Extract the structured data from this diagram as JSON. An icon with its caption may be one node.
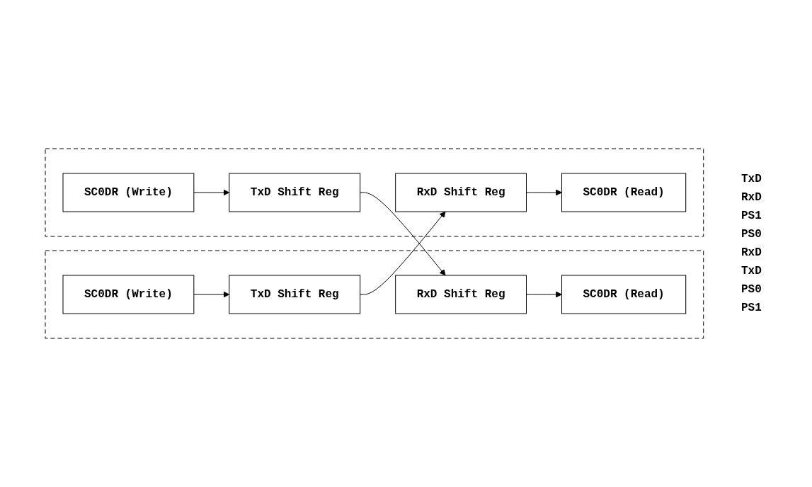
{
  "diagram": {
    "nodes": [
      {
        "text": [],
        "shape": "box"
      },
      {
        "text": [
          "SC0DR (Write)"
        ],
        "in": 0
      },
      {
        "text": [
          "TxD Shift Reg"
        ],
        "in": 0
      },
      {
        "text": [
          "SC0DR (Read)"
        ],
        "in": 0
      },
      {
        "text": [
          "RxD Shift Reg"
        ],
        "in": 0
      },
      {
        "text": [],
        "shape": "box"
      },
      {
        "text": [
          "SC0DR (Read)"
        ],
        "in": 5
      },
      {
        "text": [
          "RxD Shift Reg"
        ],
        "in": 5
      },
      {
        "text": [
          "SC0DR (Write)"
        ],
        "in": 5
      },
      {
        "text": [
          "TxD Shift Reg"
        ],
        "in": 5
      }
    ],
    "edges": [
      {
        "from": 1,
        "to": 2,
        "arrow": "to"
      },
      {
        "from": 2,
        "to": 7,
        "arrow": "to"
      },
      {
        "from": 7,
        "to": 6,
        "arrow": "to"
      },
      {
        "from": 8,
        "to": 9,
        "arrow": "to"
      },
      {
        "from": 9,
        "to": 4,
        "arrow": "to"
      },
      {
        "from": 4,
        "to": 3,
        "arrow": "to"
      }
    ],
    "labels": [
      "TxD",
      "RxD",
      "PS1",
      "PS0",
      "RxD",
      "TxD",
      "PS0",
      "PS1"
    ]
  }
}
